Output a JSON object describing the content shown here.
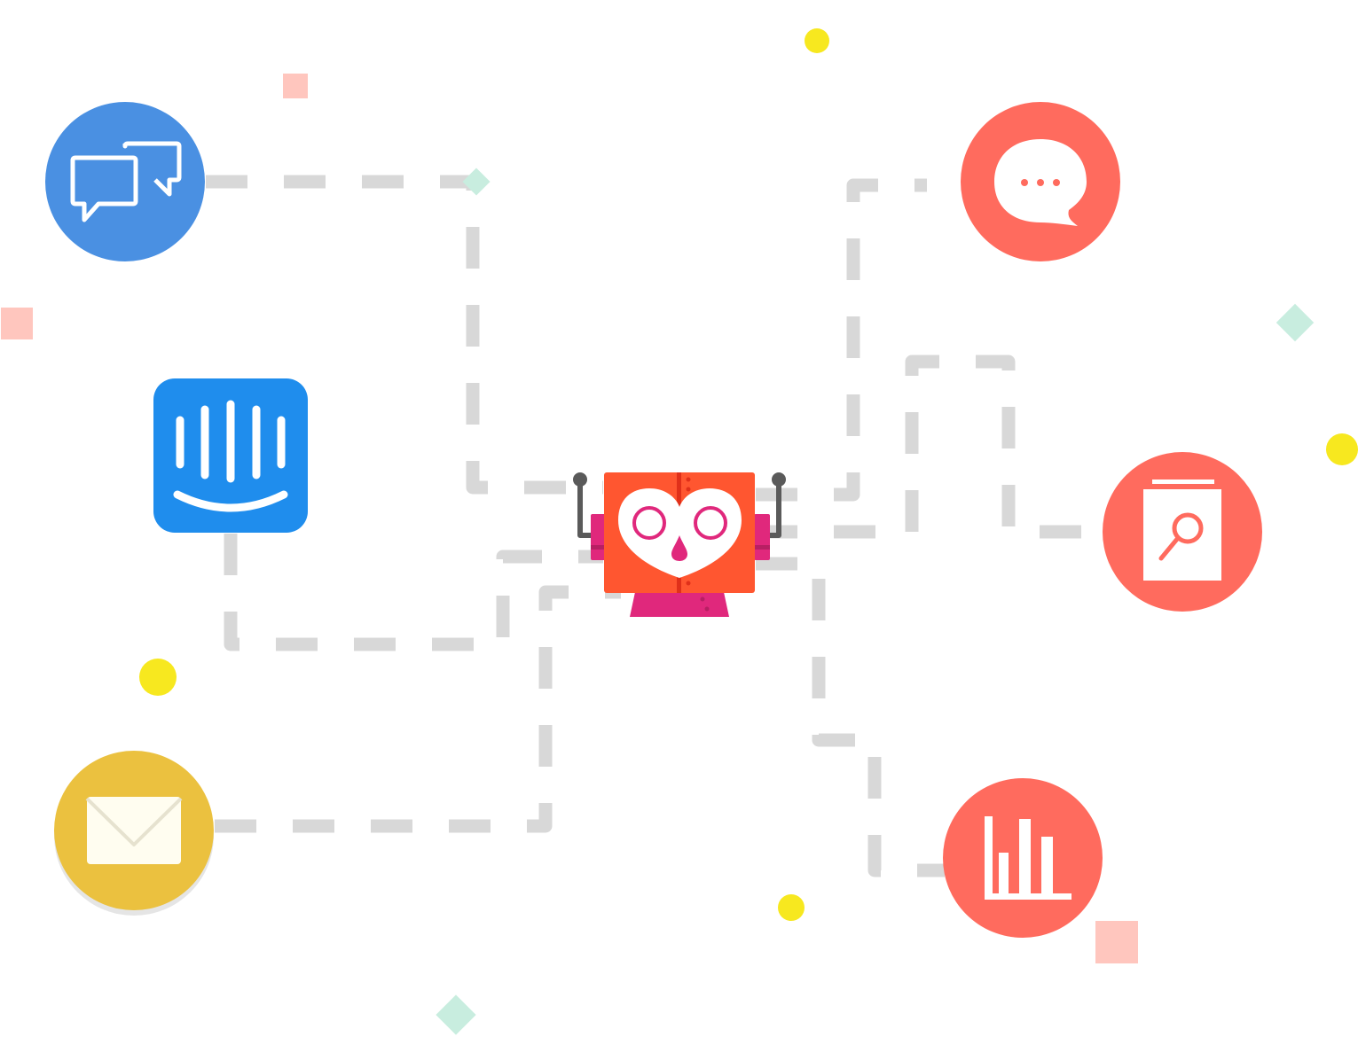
{
  "diagram": {
    "hub": {
      "name": "bot",
      "body_color": "#ff5630",
      "accent_color": "#e0287c",
      "antenna_color": "#5a5a5a"
    },
    "integrations": [
      {
        "id": "chat",
        "icon": "chat-bubbles-icon",
        "color": "#4a90e2"
      },
      {
        "id": "intercom",
        "icon": "intercom-logo-icon",
        "color": "#1f8ded"
      },
      {
        "id": "email",
        "icon": "envelope-icon",
        "color": "#ebc13f"
      },
      {
        "id": "messenger",
        "icon": "speech-bubble-icon",
        "color": "#ff6b5e"
      },
      {
        "id": "knowledge-base",
        "icon": "document-search-icon",
        "color": "#ff6b5e"
      },
      {
        "id": "analytics",
        "icon": "bar-chart-icon",
        "color": "#ff6b5e"
      }
    ],
    "connector_color": "#d8d8d8",
    "decor_colors": {
      "square": "#ffc6be",
      "diamond": "#c8eddf",
      "dot": "#f7e81f"
    }
  }
}
